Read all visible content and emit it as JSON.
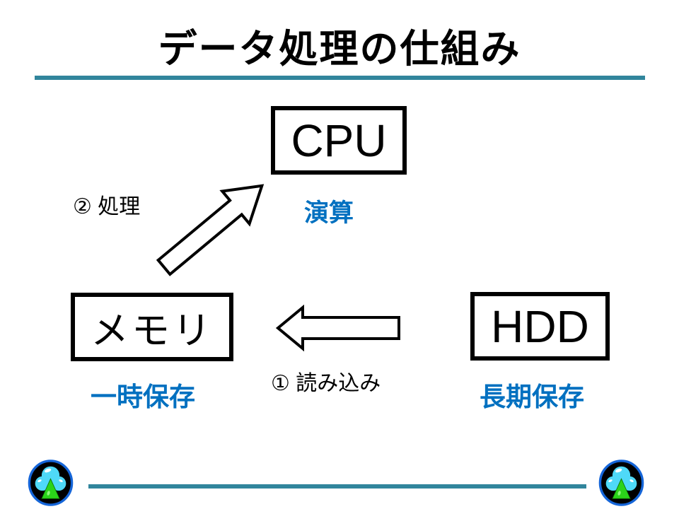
{
  "title": "データ処理の仕組み",
  "colors": {
    "accent_line": "#31859C",
    "label_blue": "#0070C0",
    "logo_ring_blue": "#1565D8",
    "logo_cloud_cyan": "#4FD9F8",
    "logo_tree_green": "#2BD41A"
  },
  "nodes": [
    {
      "id": "cpu",
      "label": "CPU",
      "caption": "演算"
    },
    {
      "id": "memory",
      "label": "メモリ",
      "caption": "一時保存"
    },
    {
      "id": "hdd",
      "label": "HDD",
      "caption": "長期保存"
    }
  ],
  "arrows": [
    {
      "id": "read",
      "label": "① 読み込み",
      "from": "hdd",
      "to": "memory"
    },
    {
      "id": "process",
      "label": "② 処理",
      "from": "memory",
      "to": "cpu"
    }
  ],
  "footer": {
    "left_icon": "tree-cloud-logo",
    "right_icon": "tree-cloud-logo"
  }
}
